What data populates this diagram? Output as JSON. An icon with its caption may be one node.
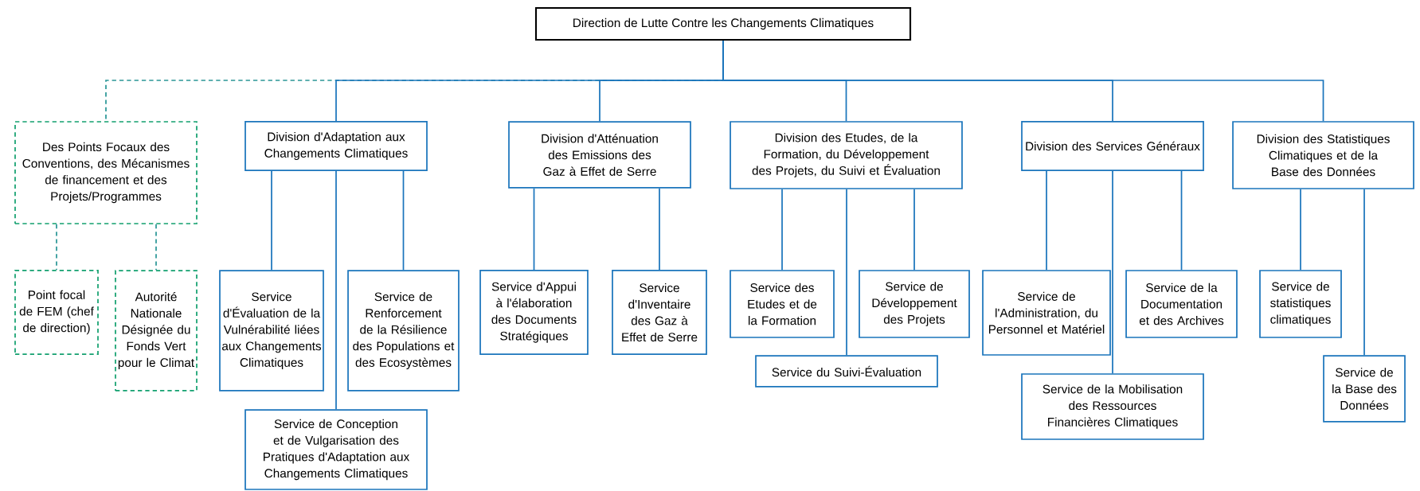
{
  "diagram": {
    "nodes": [
      {
        "text": [
          "Direction de Lutte Contre les Changements Climatiques"
        ]
      },
      {
        "text": [
          "Des Points Focaux des Conventions, des Mécanismes de financement et des Projets/Programmes"
        ]
      },
      {
        "text": [
          "Point focal de FEM (chef de direction)"
        ]
      },
      {
        "text": [
          "Autorité Nationale Désignée du Fonds Vert pour le Climat"
        ]
      },
      {
        "text": [
          "Division d'Adaptation aux Changements Climatiques"
        ]
      },
      {
        "text": [
          "Service d'Évaluation de la Vulnérabilité liées aux Changements Climatiques"
        ]
      },
      {
        "text": [
          "Service de Renforcement de la Résilience des Populations et des Ecosystèmes"
        ]
      },
      {
        "text": [
          "Service de Conception et de Vulgarisation des Pratiques d'Adaptation aux Changements Climatiques"
        ]
      },
      {
        "text": [
          "Division d'Atténuation des Emissions des Gaz à Effet de Serre"
        ]
      },
      {
        "text": [
          "Service d'Appui à l'élaboration des Documents Stratégiques"
        ]
      },
      {
        "text": [
          "Service d'Inventaire des Gaz à Effet de Serre"
        ]
      },
      {
        "text": [
          "Division des Etudes, de la Formation, du Développement des Projets, du Suivi et Évaluation"
        ]
      },
      {
        "text": [
          "Service des Etudes et de la Formation"
        ]
      },
      {
        "text": [
          "Service de Développement des Projets"
        ]
      },
      {
        "text": [
          "Service du Suivi-Évaluation"
        ]
      },
      {
        "text": [
          "Division des Services Généraux"
        ]
      },
      {
        "text": [
          "Service de l'Administration, du Personnel et Matériel"
        ]
      },
      {
        "text": [
          "Service de la Documentation et des Archives"
        ]
      },
      {
        "text": [
          "Service de la Mobilisation des Ressources Financières Climatiques"
        ]
      },
      {
        "text": [
          "Division des Statistiques Climatiques et de la Base des Données"
        ]
      },
      {
        "text": [
          "Service de statistiques climatiques"
        ]
      },
      {
        "text": [
          "Service de la Base des Données"
        ]
      }
    ],
    "edges": [
      {
        "from": 0,
        "to": 1,
        "arrow": "none",
        "style": "dashed",
        "color": "#13a06f"
      },
      {
        "from": 0,
        "to": 4,
        "arrow": "none"
      },
      {
        "from": 0,
        "to": 8,
        "arrow": "none"
      },
      {
        "from": 0,
        "to": 11,
        "arrow": "none"
      },
      {
        "from": 0,
        "to": 15,
        "arrow": "none"
      },
      {
        "from": 0,
        "to": 19,
        "arrow": "none"
      },
      {
        "from": 1,
        "to": 2,
        "arrow": "none",
        "style": "dashed",
        "color": "#13a06f"
      },
      {
        "from": 1,
        "to": 3,
        "arrow": "none",
        "style": "dashed",
        "color": "#13a06f"
      },
      {
        "from": 4,
        "to": 5,
        "arrow": "none"
      },
      {
        "from": 4,
        "to": 6,
        "arrow": "none"
      },
      {
        "from": 4,
        "to": 7,
        "arrow": "none"
      },
      {
        "from": 8,
        "to": 9,
        "arrow": "none"
      },
      {
        "from": 8,
        "to": 10,
        "arrow": "none"
      },
      {
        "from": 11,
        "to": 12,
        "arrow": "none"
      },
      {
        "from": 11,
        "to": 13,
        "arrow": "none"
      },
      {
        "from": 11,
        "to": 14,
        "arrow": "none"
      },
      {
        "from": 15,
        "to": 16,
        "arrow": "none"
      },
      {
        "from": 15,
        "to": 17,
        "arrow": "none"
      },
      {
        "from": 15,
        "to": 18,
        "arrow": "none"
      },
      {
        "from": 19,
        "to": 20,
        "arrow": "none"
      },
      {
        "from": 19,
        "to": 21,
        "arrow": "none"
      }
    ]
  }
}
